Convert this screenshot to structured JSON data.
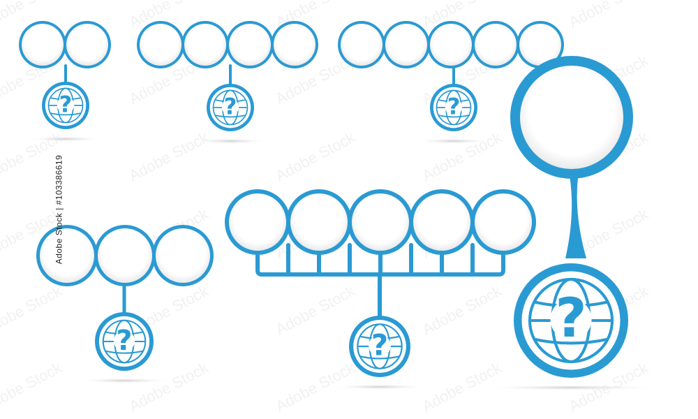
{
  "stock_id": "Adobe Stock | #103386619",
  "watermark_text": "Adobe Stock",
  "colors": {
    "ring": "#2a9ad3",
    "ring_dark": "#1b86c0",
    "ring_inner": "#1f7fb5",
    "hole": "#ffffff",
    "shadow": "#cfcfcf"
  },
  "badge_glyph": "?",
  "groups": [
    {
      "name": "group-2-circles",
      "circle_count": 2
    },
    {
      "name": "group-4-circles",
      "circle_count": 4
    },
    {
      "name": "group-5-circles-top",
      "circle_count": 5
    },
    {
      "name": "group-3-circles",
      "circle_count": 3
    },
    {
      "name": "group-5-circles-branch",
      "circle_count": 5
    },
    {
      "name": "group-1-large-circle",
      "circle_count": 1
    }
  ]
}
